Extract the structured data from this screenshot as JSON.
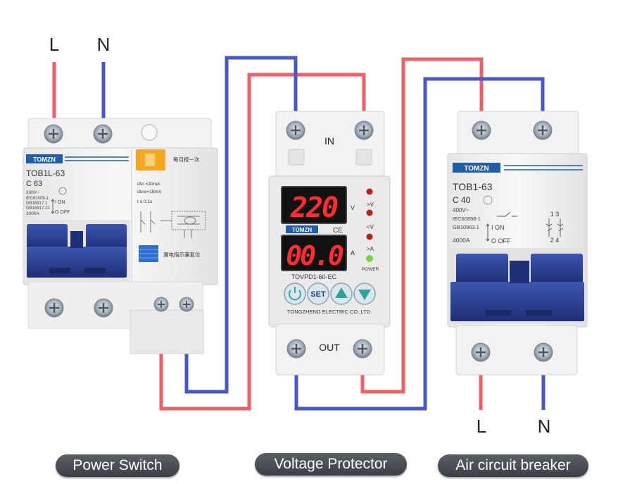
{
  "terminals": {
    "line_label": "L",
    "neutral_label": "N"
  },
  "power_switch": {
    "brand": "TOMZN",
    "model": "TOB1L-63",
    "rating": "C 63",
    "spec_lines": [
      "230V~",
      "IEC61009-1",
      "GB16917.1",
      "GB16917.22",
      "3000A"
    ],
    "on_label": "I ON",
    "off_label": "O OFF",
    "test_note": "每月按一次",
    "indicator_note": "漏电指示兼复位",
    "params": [
      "IΔn =30mA",
      "IΔno=15mA",
      "t ≤ 0.1s"
    ],
    "caption": "Power Switch"
  },
  "voltage_protector": {
    "in_label": "IN",
    "out_label": "OUT",
    "upper_display": "220",
    "upper_unit": "V",
    "lower_display": "00.0",
    "lower_unit": "A",
    "leds": [
      ">V",
      "<V",
      ">A",
      "POWER"
    ],
    "brand": "TOMZN",
    "ce_mark": "CE",
    "model": "TOVPD1-60-EC",
    "set_label": "SET",
    "manufacturer": "TONGZHENG ELECTRIC CO.,LTD.",
    "caption": "Voltage Protector"
  },
  "air_breaker": {
    "brand": "TOMZN",
    "model": "TOB1-63",
    "rating": "C 40",
    "spec_lines": [
      "400V~",
      "IEC60898-1",
      "GB10963.1",
      "4000A"
    ],
    "on_label": "I ON",
    "off_label": "O OFF",
    "pole_top": "1 3",
    "pole_bottom": "2 4",
    "caption": "Air circuit breaker"
  },
  "colors": {
    "live_wire": "#ef5f67",
    "neutral_wire": "#4a57c8",
    "device_body": "#f4f4f4",
    "handle": "#2c3f8f",
    "display_bg": "#111111",
    "display_digits": "#ff2d2d",
    "brand_badge": "#1f5fa8",
    "pill_bg": "#4a4e55"
  }
}
